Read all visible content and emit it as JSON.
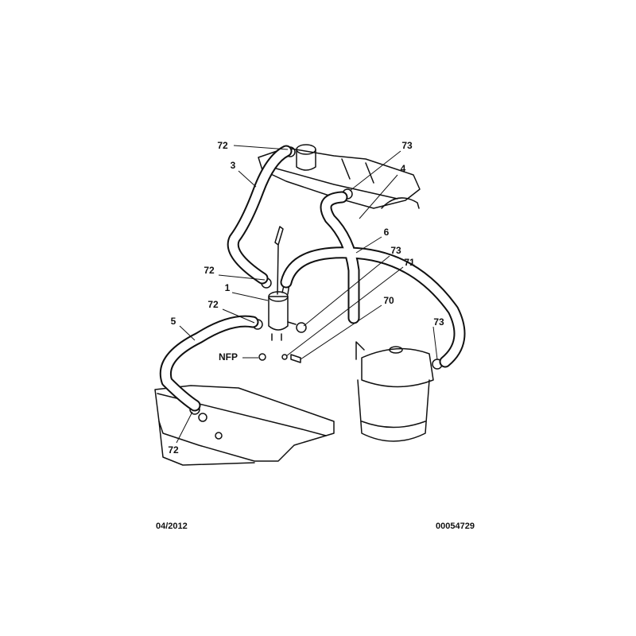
{
  "callouts": [
    "72",
    "73",
    "3",
    "4",
    "6",
    "73",
    "71",
    "72",
    "1",
    "72",
    "70",
    "5",
    "73",
    "NFP",
    "72"
  ],
  "footer": {
    "date": "04/2012",
    "reference": "00054729"
  }
}
